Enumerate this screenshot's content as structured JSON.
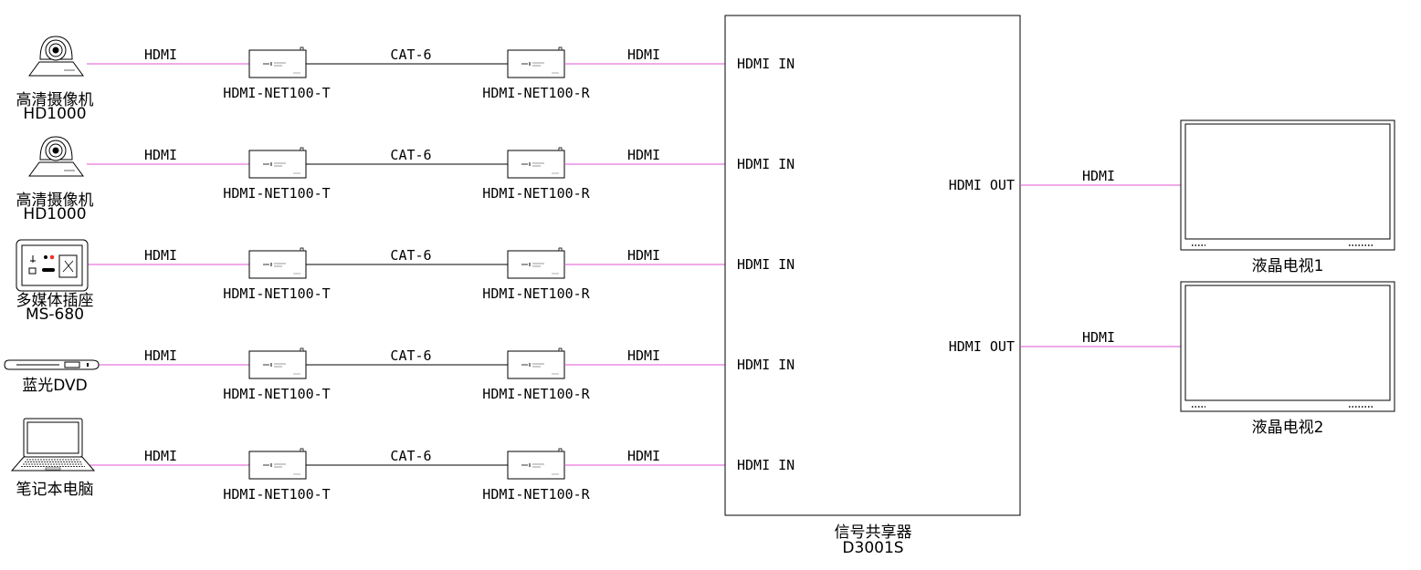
{
  "colors": {
    "hdmi_line": "#e055d6",
    "cat_line": "#000000",
    "stroke": "#000000",
    "background": "#ffffff"
  },
  "labels": {
    "hdmi": "HDMI",
    "cat6": "CAT-6",
    "hdmi_in": "HDMI IN",
    "hdmi_out": "HDMI OUT",
    "transmitter": "HDMI-NET100-T",
    "receiver": "HDMI-NET100-R"
  },
  "sources": [
    {
      "name": "高清摄像机",
      "model": "HD1000",
      "icon": "ptz-camera-icon"
    },
    {
      "name": "高清摄像机",
      "model": "HD1000",
      "icon": "ptz-camera-icon"
    },
    {
      "name": "多媒体插座",
      "model": "MS-680",
      "icon": "multimedia-socket-icon"
    },
    {
      "name": "蓝光DVD",
      "model": "",
      "icon": "bluray-dvd-icon"
    },
    {
      "name": "笔记本电脑",
      "model": "",
      "icon": "laptop-icon"
    }
  ],
  "splitter": {
    "name": "信号共享器",
    "model": "D3001S"
  },
  "displays": [
    {
      "name": "液晶电视1",
      "icon": "lcd-tv-icon"
    },
    {
      "name": "液晶电视2",
      "icon": "lcd-tv-icon"
    }
  ]
}
